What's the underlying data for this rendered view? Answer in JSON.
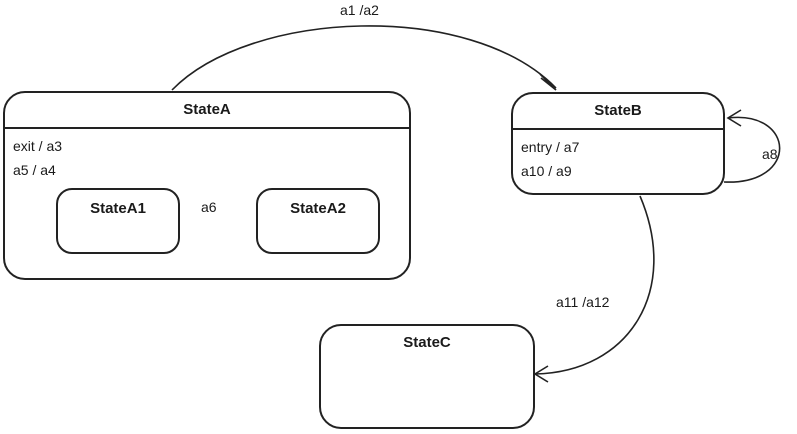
{
  "diagram": {
    "states": {
      "stateA": {
        "name": "StateA",
        "actions": [
          "exit / a3",
          "a5 / a4"
        ]
      },
      "stateA1": {
        "name": "StateA1"
      },
      "stateA2": {
        "name": "StateA2"
      },
      "stateB": {
        "name": "StateB",
        "actions": [
          "entry / a7",
          "a10 / a9"
        ]
      },
      "stateC": {
        "name": "StateC"
      }
    },
    "transitions": {
      "a_to_b": "a1 /a2",
      "a1_to_a2": "a6",
      "b_self": "a8",
      "b_to_c": "a11 /a12"
    }
  }
}
